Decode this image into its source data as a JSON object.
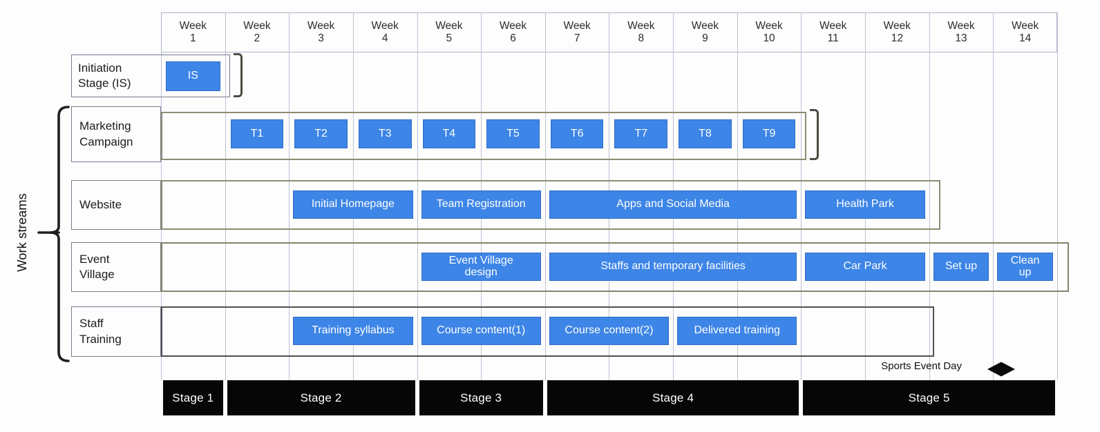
{
  "chart_data": {
    "type": "bar",
    "subtype": "gantt",
    "side_label": "Work streams",
    "weeks": {
      "word": "Week",
      "numbers": [
        "1",
        "2",
        "3",
        "4",
        "5",
        "6",
        "7",
        "8",
        "9",
        "10",
        "11",
        "12",
        "13",
        "14"
      ],
      "total": 14
    },
    "rows": [
      {
        "id": "initiation-stage",
        "label_lines": [
          "Initiation",
          "Stage (IS)"
        ],
        "band_end_week": 1,
        "has_end_bracket": true,
        "band_border": "#767b8e",
        "tasks": [
          {
            "lines": [
              "IS"
            ],
            "start": 1,
            "end": 1
          }
        ]
      },
      {
        "id": "marketing-campaign",
        "label_lines": [
          "Marketing",
          "Campaign"
        ],
        "band_end_week": 10,
        "has_end_bracket": true,
        "band_border": "#8d8c72",
        "tasks": [
          {
            "lines": [
              "T1"
            ],
            "start": 2,
            "end": 2
          },
          {
            "lines": [
              "T2"
            ],
            "start": 3,
            "end": 3
          },
          {
            "lines": [
              "T3"
            ],
            "start": 4,
            "end": 4
          },
          {
            "lines": [
              "T4"
            ],
            "start": 5,
            "end": 5
          },
          {
            "lines": [
              "T5"
            ],
            "start": 6,
            "end": 6
          },
          {
            "lines": [
              "T6"
            ],
            "start": 7,
            "end": 7
          },
          {
            "lines": [
              "T7"
            ],
            "start": 8,
            "end": 8
          },
          {
            "lines": [
              "T8"
            ],
            "start": 9,
            "end": 9
          },
          {
            "lines": [
              "T9"
            ],
            "start": 10,
            "end": 10
          }
        ]
      },
      {
        "id": "website",
        "label_lines": [
          "Website"
        ],
        "band_end_week": 12,
        "has_end_bracket": false,
        "band_border": "#8d8c72",
        "tasks": [
          {
            "lines": [
              "Initial Homepage"
            ],
            "start": 3,
            "end": 4
          },
          {
            "lines": [
              "Team Registration"
            ],
            "start": 5,
            "end": 6
          },
          {
            "lines": [
              "Apps and Social Media"
            ],
            "start": 7,
            "end": 10
          },
          {
            "lines": [
              "Health Park"
            ],
            "start": 11,
            "end": 12
          }
        ]
      },
      {
        "id": "event-village",
        "label_lines": [
          "Event",
          "Village"
        ],
        "band_end_week": 14,
        "has_end_bracket": false,
        "band_border": "#84836b",
        "tasks": [
          {
            "lines": [
              "Event Village",
              "design"
            ],
            "start": 5,
            "end": 6
          },
          {
            "lines": [
              "Staffs and temporary facilities"
            ],
            "start": 7,
            "end": 10
          },
          {
            "lines": [
              "Car Park"
            ],
            "start": 11,
            "end": 12
          },
          {
            "lines": [
              "Set up"
            ],
            "start": 13,
            "end": 13
          },
          {
            "lines": [
              "Clean",
              "up"
            ],
            "start": 14,
            "end": 14
          }
        ]
      },
      {
        "id": "staff-training",
        "label_lines": [
          "Staff",
          "Training"
        ],
        "band_end_week": 12,
        "has_end_bracket": false,
        "band_border": "#4f4f4f",
        "tasks": [
          {
            "lines": [
              "Training syllabus"
            ],
            "start": 3,
            "end": 4
          },
          {
            "lines": [
              "Course content(1)"
            ],
            "start": 5,
            "end": 6
          },
          {
            "lines": [
              "Course content(2)"
            ],
            "start": 7,
            "end": 8
          },
          {
            "lines": [
              "Delivered training"
            ],
            "start": 9,
            "end": 10
          }
        ]
      }
    ],
    "milestone": {
      "label": "Sports Event Day",
      "after_week": 13
    },
    "stages": [
      {
        "label": "Stage 1",
        "start": 1,
        "end": 1
      },
      {
        "label": "Stage 2",
        "start": 2,
        "end": 4
      },
      {
        "label": "Stage 3",
        "start": 5,
        "end": 6
      },
      {
        "label": "Stage 4",
        "start": 7,
        "end": 10
      },
      {
        "label": "Stage 5",
        "start": 11,
        "end": 14
      }
    ],
    "colors": {
      "task_bar_fill": "#3d85e6",
      "task_bar_border": "#2e6bc4",
      "task_bar_text": "#ffffff",
      "stage_bar_fill": "#060606",
      "stage_bar_text": "#ffffff",
      "grid_line": "#bcc1d4",
      "label_box_border": "#767b8e",
      "end_bracket": "#4c4a42",
      "milestone_diamond": "#0a0a0a",
      "text": "#1c1c1c"
    }
  }
}
